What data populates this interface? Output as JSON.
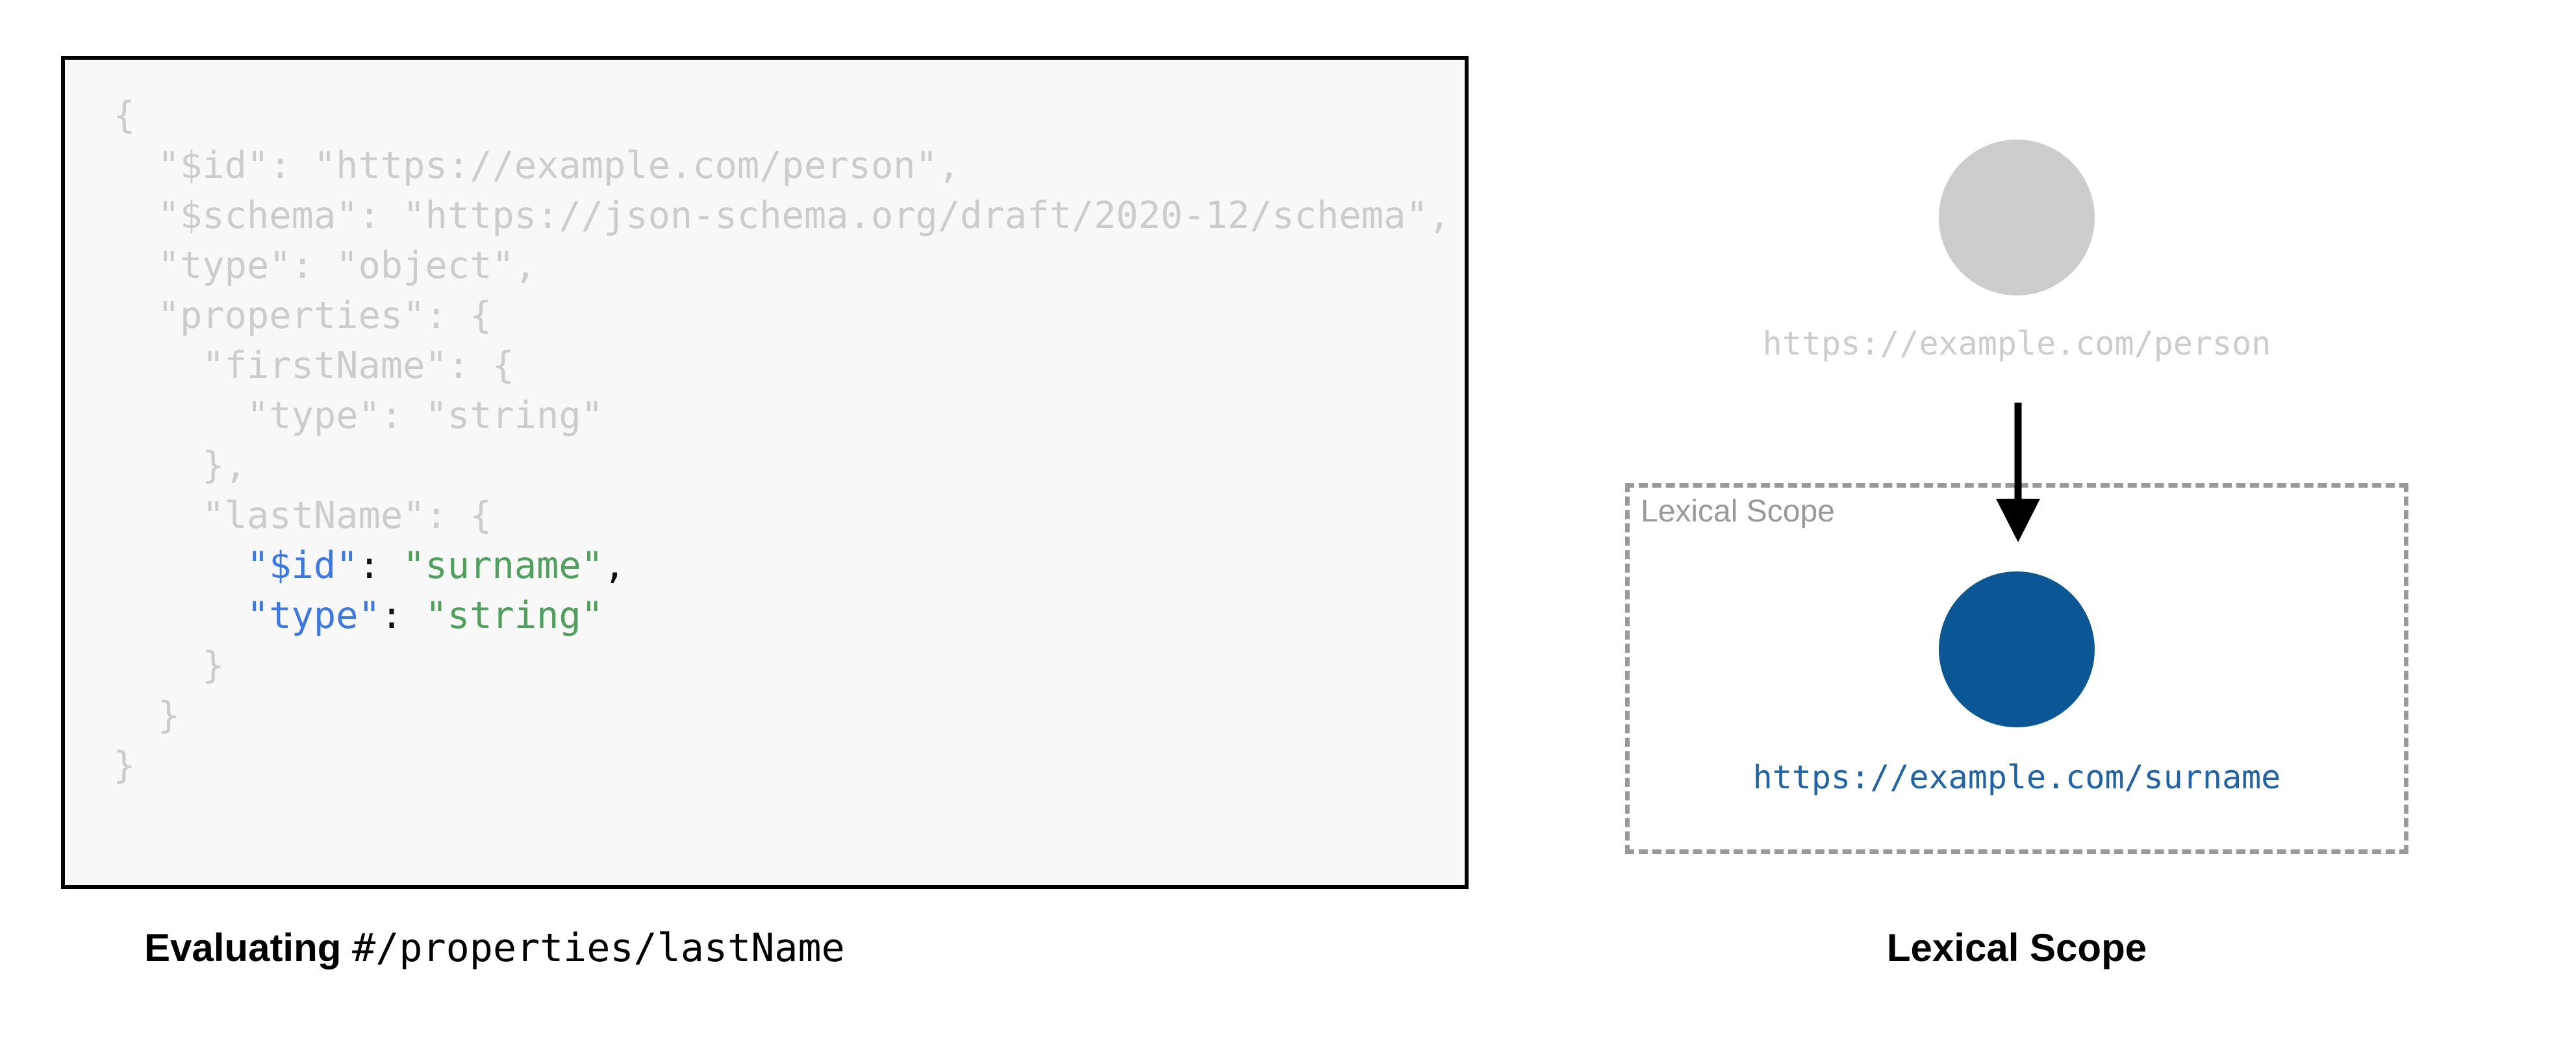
{
  "code_panel": {
    "language": "json",
    "background_color": "#f8f8f8",
    "border_color": "#000000",
    "dim_color": "#cccccc",
    "key_color": "#3b78e7",
    "string_color": "#4fa05c",
    "punct_color": "#111111",
    "lines": [
      {
        "indent": 0,
        "segments": [
          {
            "text": "{",
            "style": "dim"
          }
        ]
      },
      {
        "indent": 1,
        "segments": [
          {
            "text": "\"$id\": \"https://example.com/person\",",
            "style": "dim"
          }
        ]
      },
      {
        "indent": 1,
        "segments": [
          {
            "text": "\"$schema\": \"https://json-schema.org/draft/2020-12/schema\",",
            "style": "dim"
          }
        ]
      },
      {
        "indent": 1,
        "segments": [
          {
            "text": "\"type\": \"object\",",
            "style": "dim"
          }
        ]
      },
      {
        "indent": 1,
        "segments": [
          {
            "text": "\"properties\": {",
            "style": "dim"
          }
        ]
      },
      {
        "indent": 2,
        "segments": [
          {
            "text": "\"firstName\": {",
            "style": "dim"
          }
        ]
      },
      {
        "indent": 3,
        "segments": [
          {
            "text": "\"type\": \"string\"",
            "style": "dim"
          }
        ]
      },
      {
        "indent": 2,
        "segments": [
          {
            "text": "},",
            "style": "dim"
          }
        ]
      },
      {
        "indent": 2,
        "segments": [
          {
            "text": "\"lastName\": {",
            "style": "dim"
          }
        ]
      },
      {
        "indent": 3,
        "segments": [
          {
            "text": "\"$id\"",
            "style": "key"
          },
          {
            "text": ": ",
            "style": "punct"
          },
          {
            "text": "\"surname\"",
            "style": "str"
          },
          {
            "text": ",",
            "style": "punct"
          }
        ]
      },
      {
        "indent": 3,
        "segments": [
          {
            "text": "\"type\"",
            "style": "key"
          },
          {
            "text": ": ",
            "style": "punct"
          },
          {
            "text": "\"string\"",
            "style": "str"
          }
        ]
      },
      {
        "indent": 2,
        "segments": [
          {
            "text": "}",
            "style": "dim"
          }
        ]
      },
      {
        "indent": 1,
        "segments": [
          {
            "text": "}",
            "style": "dim"
          }
        ]
      },
      {
        "indent": 0,
        "segments": [
          {
            "text": "}",
            "style": "dim"
          }
        ]
      }
    ]
  },
  "caption_left": {
    "bold_text": "Evaluating ",
    "mono_text": "#/properties/lastName"
  },
  "diagram": {
    "outer_node": {
      "label": "https://example.com/person",
      "circle_color": "#cccccc",
      "label_color": "#cccccc"
    },
    "inner_node": {
      "label": "https://example.com/surname",
      "circle_color": "#0b5795",
      "label_color": "#1f63a8"
    },
    "scope_box": {
      "label": "Lexical Scope",
      "border_color": "#999999",
      "label_color": "#999999"
    },
    "arrow": {
      "color": "#000000",
      "direction": "down"
    }
  },
  "caption_right": {
    "text": "Lexical Scope"
  }
}
